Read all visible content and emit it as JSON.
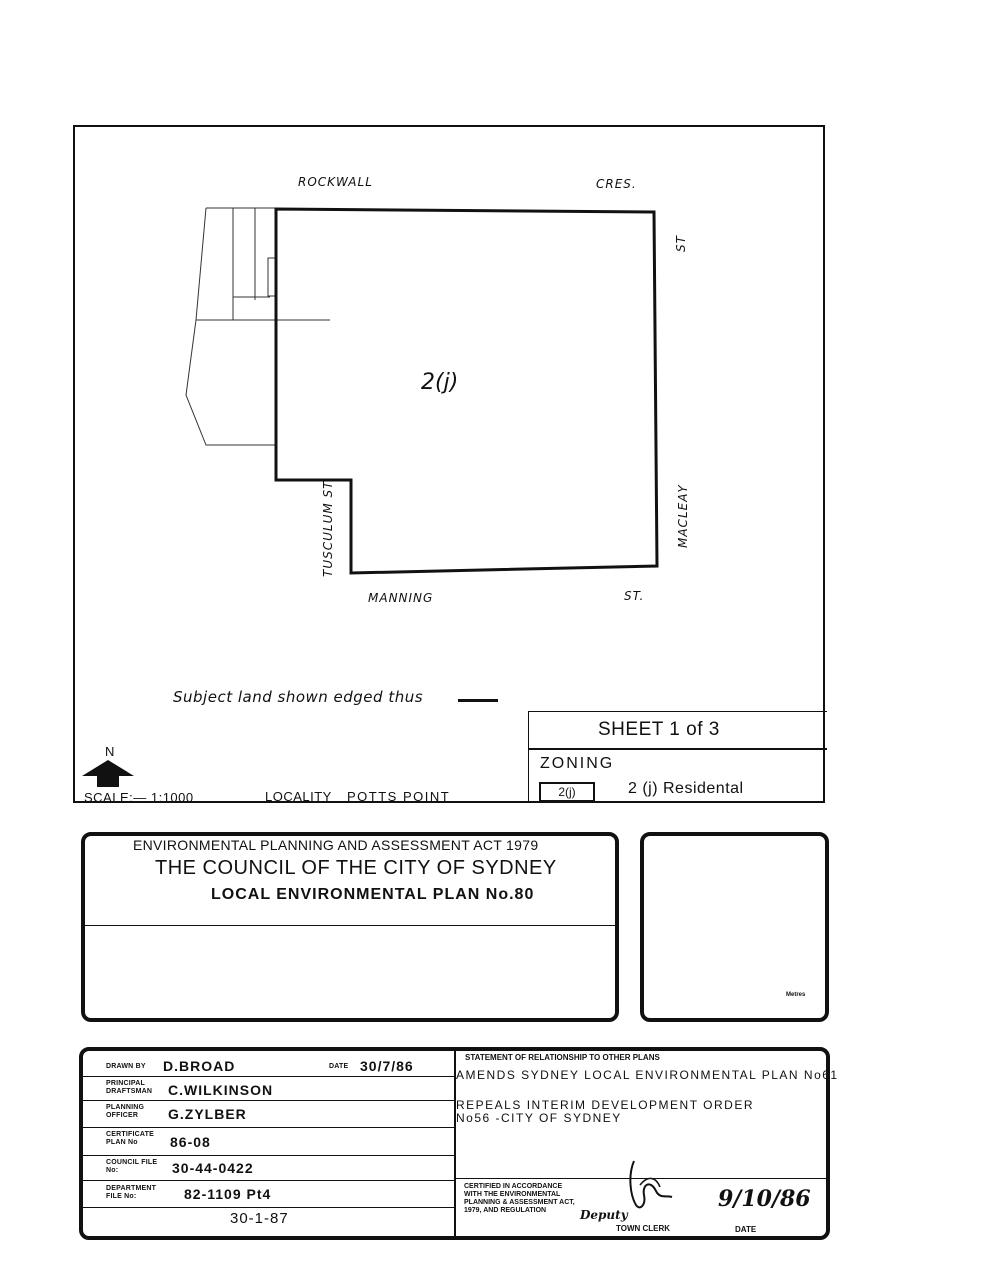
{
  "map": {
    "streets": {
      "top_left": "ROCKWALL",
      "top_right": "CRES.",
      "right_top": "ST",
      "right_mid": "MACLEAY",
      "bottom_left": "MANNING",
      "bottom_right": "ST.",
      "left_mid": "TUSCULUM ST"
    },
    "zone_label": "2(j)",
    "legend_text": "Subject land shown edged thus",
    "north_label": "N",
    "scale_text": "SCALE:— 1:1000",
    "locality_label": "LOCALITY",
    "locality_value": "POTTS POINT"
  },
  "sheet": {
    "title": "SHEET 1 of 3",
    "zoning_heading": "ZONING",
    "zone_code": "2(j)",
    "zone_description": "2 (j) Residental"
  },
  "act_panel": {
    "line1": "ENVIRONMENTAL PLANNING AND ASSESSMENT ACT 1979",
    "line2": "THE COUNCIL OF THE CITY OF SYDNEY",
    "line3": "LOCAL ENVIRONMENTAL PLAN No.80"
  },
  "scale_panel": {
    "unit": "Metres"
  },
  "details": {
    "drawn_by_label": "DRAWN BY",
    "drawn_by": "D.BROAD",
    "date_label": "DATE",
    "date": "30/7/86",
    "draftsman_label": "PRINCIPAL DRAFTSMAN",
    "draftsman": "C.WILKINSON",
    "officer_label": "PLANNING OFFICER",
    "officer": "G.ZYLBER",
    "certificate_label": "CERTIFICATE PLAN No",
    "certificate": "86-08",
    "council_file_label": "COUNCIL FILE No:",
    "council_file": "30-44-0422",
    "department_file_label": "DEPARTMENT FILE No:",
    "department_file": "82-1109 Pt4",
    "footer_date": "30-1-87"
  },
  "statement": {
    "title": "STATEMENT OF RELATIONSHIP TO OTHER PLANS",
    "amends": "AMENDS SYDNEY LOCAL ENVIRONMENTAL PLAN No61",
    "repeals_1": "REPEALS INTERIM DEVELOPMENT ORDER",
    "repeals_2": "No56 -CITY OF SYDNEY"
  },
  "certification": {
    "line1": "CERTIFIED IN ACCORDANCE",
    "line2": "WITH THE ENVIRONMENTAL",
    "line3": "PLANNING & ASSESSMENT ACT,",
    "line4": "1979, AND REGULATION",
    "deputy": "Deputy",
    "town_clerk": "TOWN CLERK",
    "date_label": "DATE",
    "signed_date": "9/10/86"
  }
}
